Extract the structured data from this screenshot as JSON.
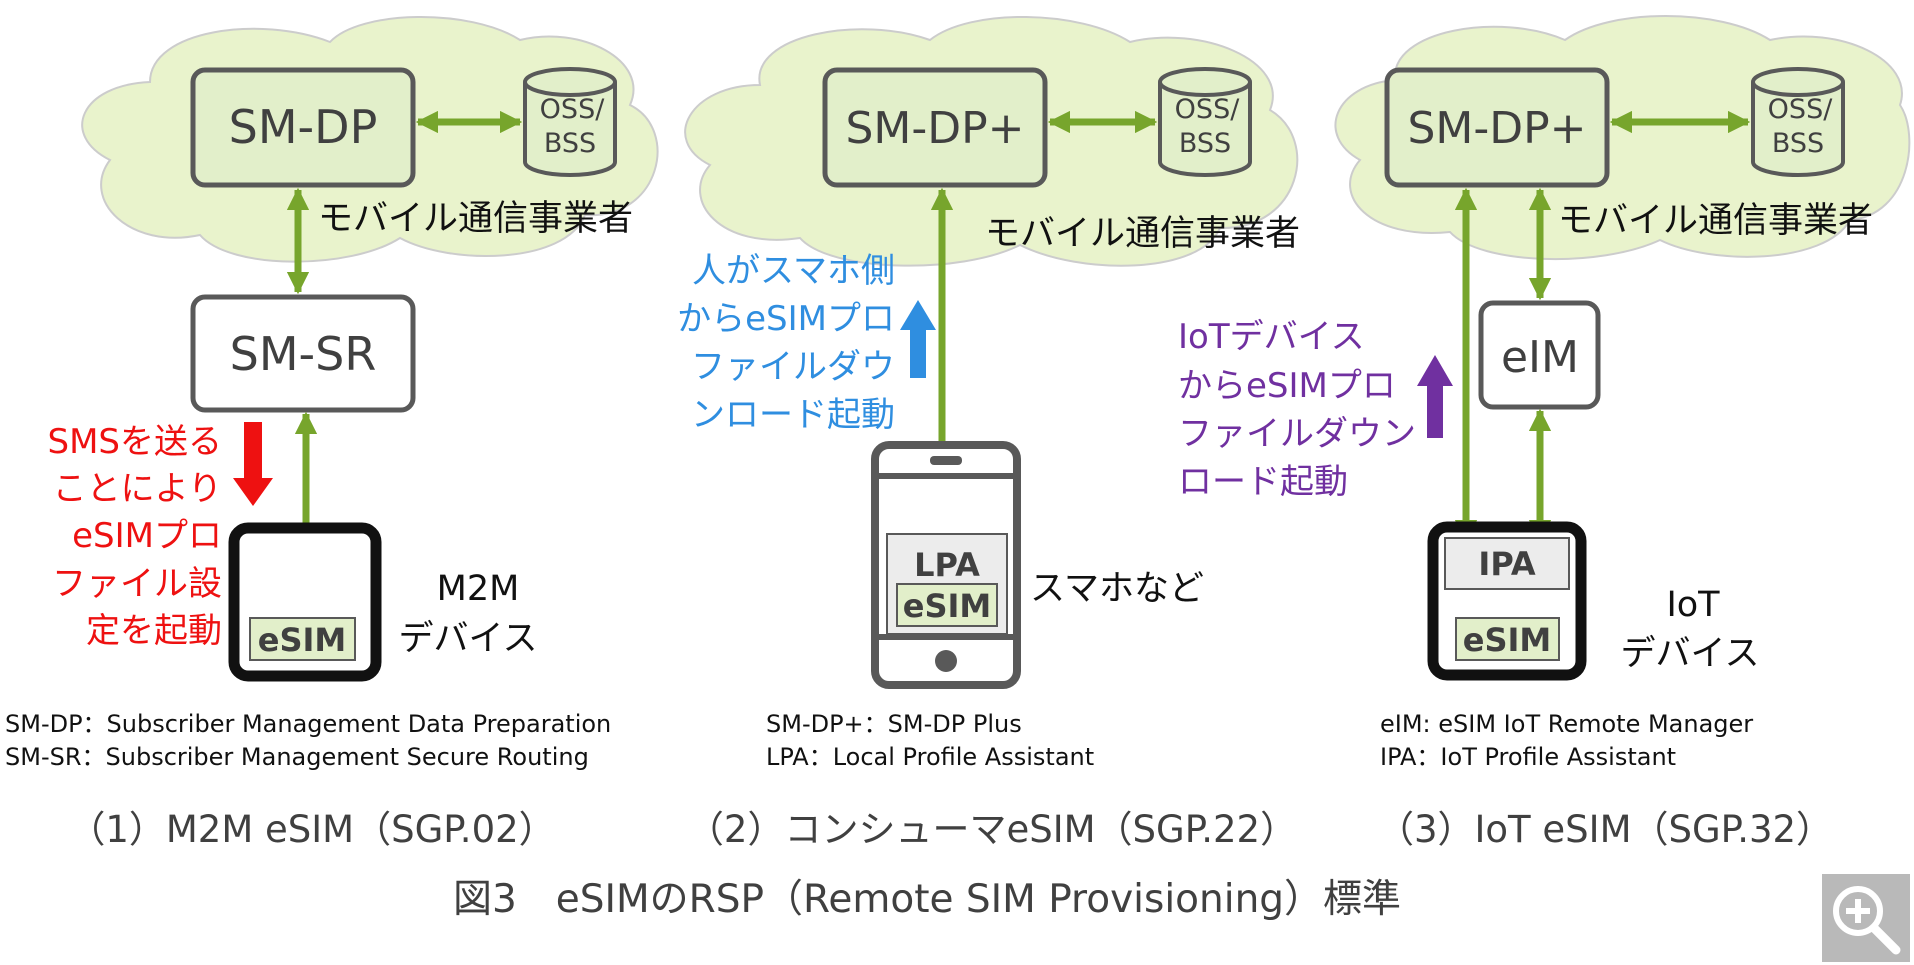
{
  "colors": {
    "cloud_fill": "#e9f3cc",
    "box_fill": "#e2efca",
    "box_stroke": "#595959",
    "arrow_green": "#77a52c",
    "red": "#ee1111",
    "blue": "#2f8ee0",
    "purple": "#7030a0",
    "gray_box": "#ececec"
  },
  "panels": [
    {
      "server": "SM-DP",
      "db_line1": "OSS/",
      "db_line2": "BSS",
      "operator": "モバイル通信事業者",
      "middle_box": "SM-SR",
      "note_lines": [
        "SMSを送る",
        "ことにより",
        "eSIMプロ",
        "ファイル設",
        "定を起動"
      ],
      "note_color": "red",
      "note_arrow": "down",
      "device_chip": "eSIM",
      "device_label_lines": [
        "M2M",
        "デバイス"
      ],
      "legend_lines": [
        "SM-DP：Subscriber Management Data Preparation",
        "SM-SR：Subscriber Management Secure Routing"
      ],
      "caption": "（1）M2M eSIM（SGP.02）"
    },
    {
      "server": "SM-DP+",
      "db_line1": "OSS/",
      "db_line2": "BSS",
      "operator": "モバイル通信事業者",
      "note_lines": [
        "人がスマホ側",
        "からeSIMプロ",
        "ファイルダウ",
        "ンロード起動"
      ],
      "note_color": "blue",
      "note_arrow": "up",
      "device_app": "LPA",
      "device_chip": "eSIM",
      "device_label_lines": [
        "スマホなど"
      ],
      "legend_lines": [
        "SM-DP+：SM-DP Plus",
        "LPA：Local Profile Assistant"
      ],
      "caption": "（2）コンシューマeSIM（SGP.22）"
    },
    {
      "server": "SM-DP+",
      "db_line1": "OSS/",
      "db_line2": "BSS",
      "operator": "モバイル通信事業者",
      "middle_box": "eIM",
      "note_lines": [
        "IoTデバイス",
        "からeSIMプロ",
        "ファイルダウン",
        "ロード起動"
      ],
      "note_color": "purple",
      "note_arrow": "up",
      "device_app": "IPA",
      "device_chip": "eSIM",
      "device_label_lines": [
        "IoT",
        "デバイス"
      ],
      "legend_lines": [
        "eIM: eSIM IoT Remote Manager",
        "IPA：IoT Profile Assistant"
      ],
      "caption": "（3）IoT eSIM（SGP.32）"
    }
  ],
  "figure_title": "図3　eSIMのRSP（Remote SIM Provisioning）標準",
  "zoom_button": "zoom-in-icon"
}
